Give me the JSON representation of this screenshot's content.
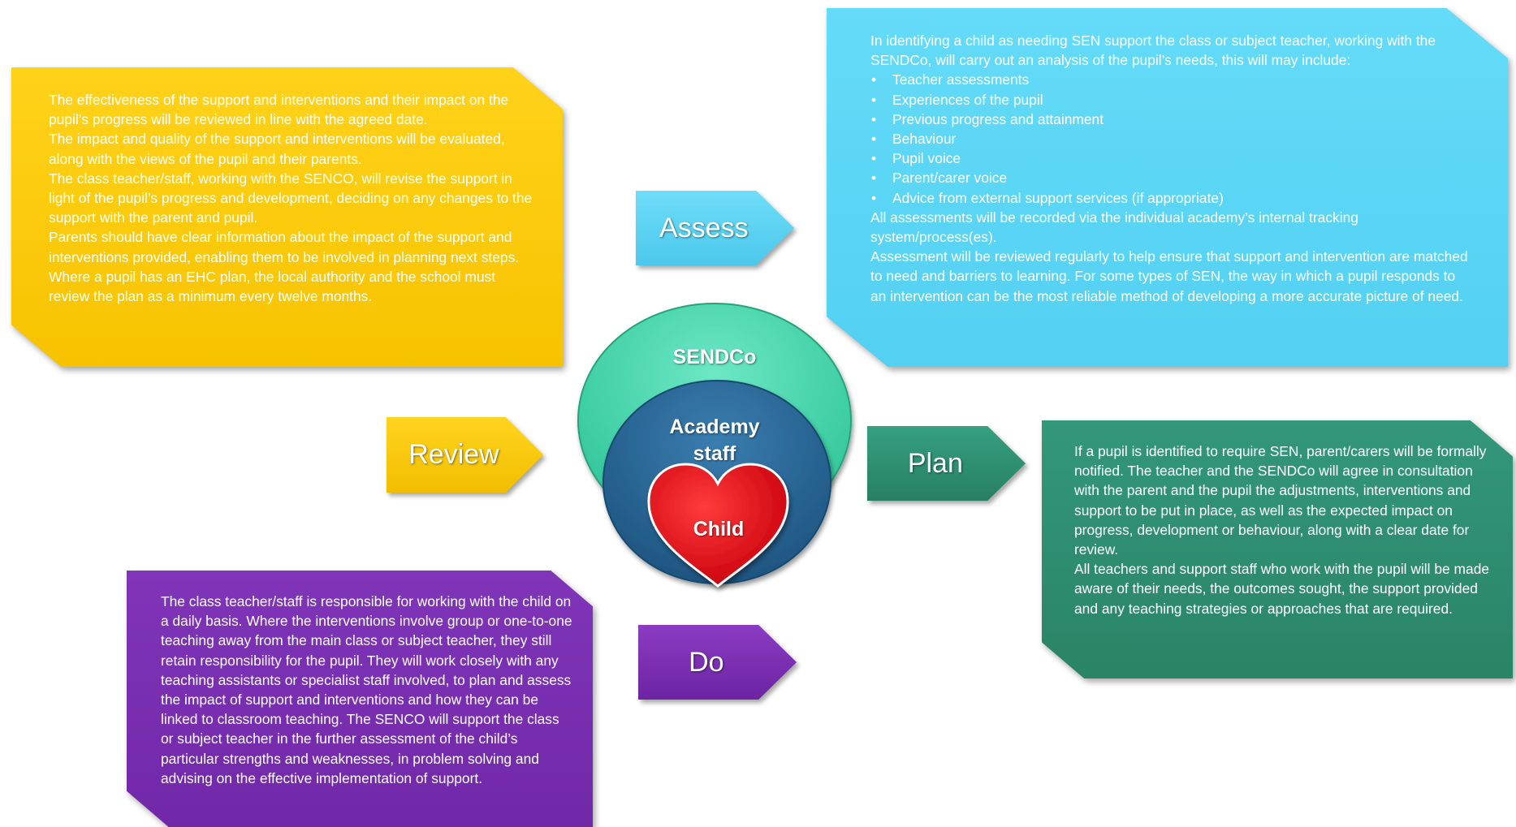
{
  "colors": {
    "review": "#FFCC00",
    "assess": "#5CD6F5",
    "plan": "#2E8B6E",
    "do": "#7A2FB0",
    "sendco": "#4DDDB0",
    "academy": "#2D6A99",
    "child": "#E0101A"
  },
  "arrows": {
    "assess": "Assess",
    "review": "Review",
    "plan": "Plan",
    "do": "Do"
  },
  "center": {
    "sendco": "SENDCo",
    "academy_line1": "Academy",
    "academy_line2": "staff",
    "child": "Child",
    "icons": {
      "heart": "heart-icon"
    }
  },
  "review_box": {
    "paragraphs": [
      "The effectiveness of the support and interventions and their impact on the pupil’s progress will be reviewed in line with the agreed date.",
      "The impact and quality of the support and interventions will be evaluated, along with the views of the pupil and their parents.",
      "The class teacher/staff, working with the SENCO, will revise the support in light of the pupil’s progress and development, deciding on any changes to the support with the parent and pupil.",
      "Parents should have clear information about the impact of the support and interventions provided, enabling them to be involved in planning next steps.",
      "Where a pupil has an EHC plan, the local authority and the school must review the plan as a minimum every twelve months."
    ]
  },
  "assess_box": {
    "intro": "In identifying a child as needing SEN support the class or subject teacher, working with the SENDCo, will carry out an analysis of the pupil’s needs, this will may include:",
    "bullets": [
      "Teacher assessments",
      "Experiences of the pupil",
      "Previous progress and attainment",
      "Behaviour",
      "Pupil voice",
      "Parent/carer voice",
      "Advice from external support services (if appropriate)"
    ],
    "after": [
      "All assessments will be recorded via the individual academy’s internal tracking system/process(es).",
      "Assessment will be reviewed regularly to help ensure that support and intervention are matched to need and barriers to learning. For some types of SEN, the way in which a pupil responds to an intervention can be the most reliable method of developing a more accurate picture of need."
    ]
  },
  "plan_box": {
    "paragraphs": [
      "If a pupil is identified to require SEN, parent/carers will be formally notified. The teacher and the SENDCo will agree in consultation with the parent and the pupil the adjustments, interventions and support to be put in place, as well as the expected impact on progress, development or behaviour, along with a clear date for review.",
      "All teachers and support staff who work with the pupil will be made aware of their needs, the outcomes sought, the support provided and any teaching strategies or approaches that are required."
    ]
  },
  "do_box": {
    "paragraphs": [
      "The class teacher/staff is responsible for working with the child on a daily basis. Where the interventions involve group or one-to-one teaching away from the main class or subject teacher, they still retain responsibility for the pupil. They will work closely with any teaching assistants or specialist staff involved, to plan and assess the impact of support and interventions and how they can be linked to classroom teaching. The SENCO will support the class or subject teacher in the further assessment of the child’s particular strengths and weaknesses, in problem solving and advising on the effective implementation of support."
    ]
  }
}
